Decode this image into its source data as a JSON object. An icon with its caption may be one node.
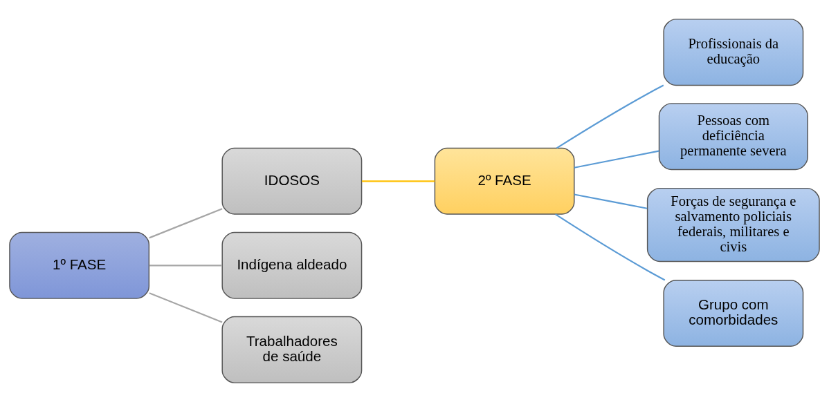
{
  "diagram": {
    "nodes": [
      {
        "text": [
          "1º FASE"
        ]
      },
      {
        "text": [
          "IDOSOS"
        ]
      },
      {
        "text": [
          "Indígena aldeado"
        ]
      },
      {
        "text": [
          "Trabalhadores de saúde"
        ]
      },
      {
        "text": [
          "2º FASE"
        ]
      },
      {
        "text": [
          "Profissionais da educação"
        ]
      },
      {
        "text": [
          "Pessoas com deficiência permanente severa"
        ]
      },
      {
        "text": [
          "Forças de segurança e salvamento policiais federais, militares e civis"
        ]
      },
      {
        "text": [
          "Grupo com comorbidades"
        ]
      }
    ],
    "edges": [
      {
        "from": 0,
        "to": 1,
        "arrow": "none",
        "color": "#a6a6a6"
      },
      {
        "from": 0,
        "to": 2,
        "arrow": "none",
        "color": "#a6a6a6"
      },
      {
        "from": 0,
        "to": 3,
        "arrow": "none",
        "color": "#a6a6a6"
      },
      {
        "from": 1,
        "to": 4,
        "arrow": "none",
        "color": "#ffc000"
      },
      {
        "from": 4,
        "to": 5,
        "arrow": "none"
      },
      {
        "from": 4,
        "to": 6,
        "arrow": "none"
      },
      {
        "from": 4,
        "to": 7,
        "arrow": "none"
      },
      {
        "from": 4,
        "to": 8,
        "arrow": "none"
      }
    ]
  }
}
